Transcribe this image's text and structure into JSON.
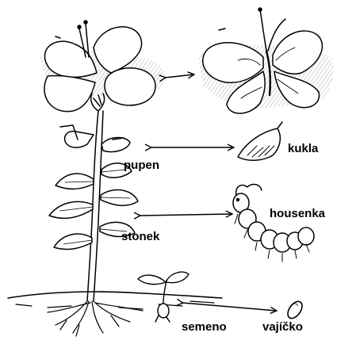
{
  "diagram": {
    "labels": {
      "pupen": "pupen",
      "kukla": "kukla",
      "housenka": "housenka",
      "stonek": "stonek",
      "semeno": "semeno",
      "vajicko": "vajíčko"
    },
    "colors": {
      "ink": "#000000",
      "background": "#ffffff"
    }
  }
}
